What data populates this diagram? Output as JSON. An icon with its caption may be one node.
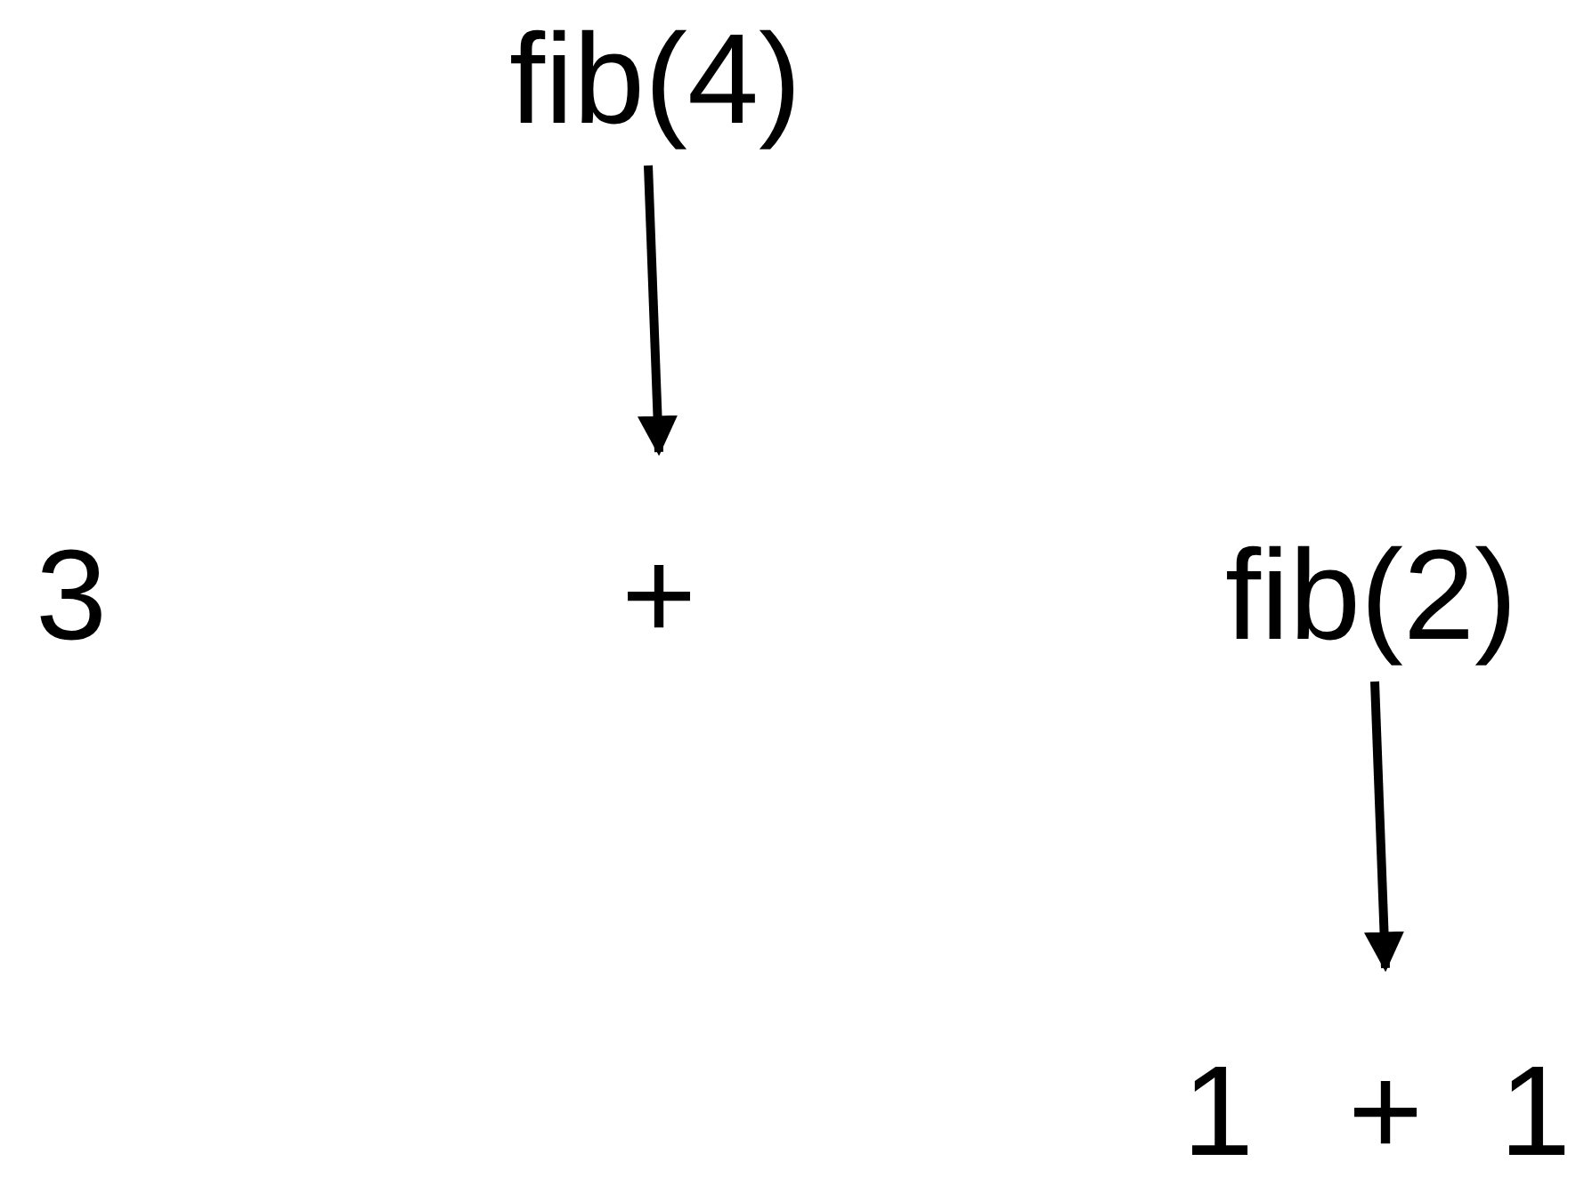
{
  "diagram": {
    "nodes": [
      {
        "text": [
          "fib(4)"
        ]
      },
      {
        "text": [
          "3"
        ]
      },
      {
        "text": [
          "+"
        ]
      },
      {
        "text": [
          "fib(2)"
        ]
      },
      {
        "text": [
          "1"
        ]
      },
      {
        "text": [
          "+"
        ]
      },
      {
        "text": [
          "1"
        ]
      }
    ],
    "edges": [
      {
        "from": 0,
        "to": 2,
        "arrow": "to"
      },
      {
        "from": 3,
        "to": 5,
        "arrow": "to"
      }
    ]
  }
}
